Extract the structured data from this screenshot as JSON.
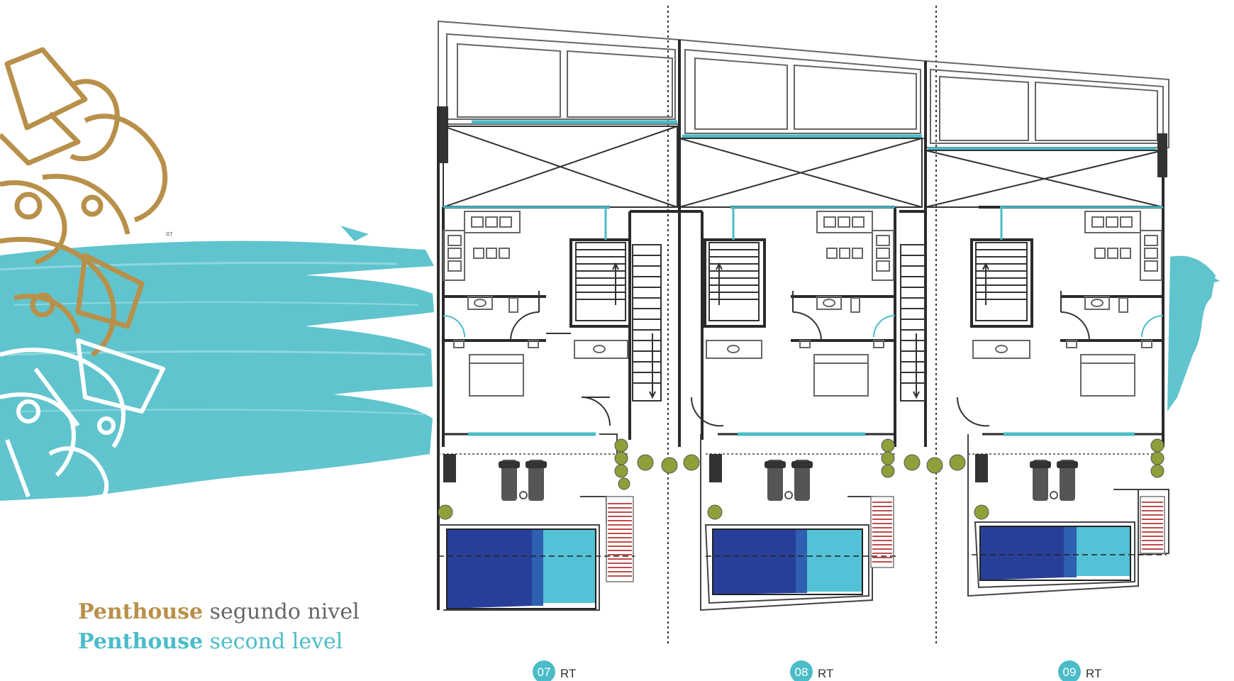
{
  "colors": {
    "gold": "#b8904a",
    "teal": "#4bbcc8",
    "navy": "#283f9a",
    "light_blue": "#53c2d6",
    "wall": "#2a2a2a",
    "plant": "#8f9f3a",
    "deck_red": "#c24a4a"
  },
  "caption": {
    "line1_bold": "Penthouse",
    "line1_rest": " segundo nivel",
    "line2_bold": "Penthouse",
    "line2_rest": " second level"
  },
  "decor_label": "RT",
  "units": [
    {
      "number": "07",
      "suffix": "RT"
    },
    {
      "number": "08",
      "suffix": "RT"
    },
    {
      "number": "09",
      "suffix": "RT"
    }
  ],
  "icons": [
    "mandala-icon",
    "brush-stroke-icon",
    "stair-icon",
    "bed-icon",
    "sofa-icon",
    "toilet-icon",
    "sink-icon",
    "lounge-chair-icon",
    "plant-icon",
    "pool-icon",
    "door-swing-icon"
  ]
}
